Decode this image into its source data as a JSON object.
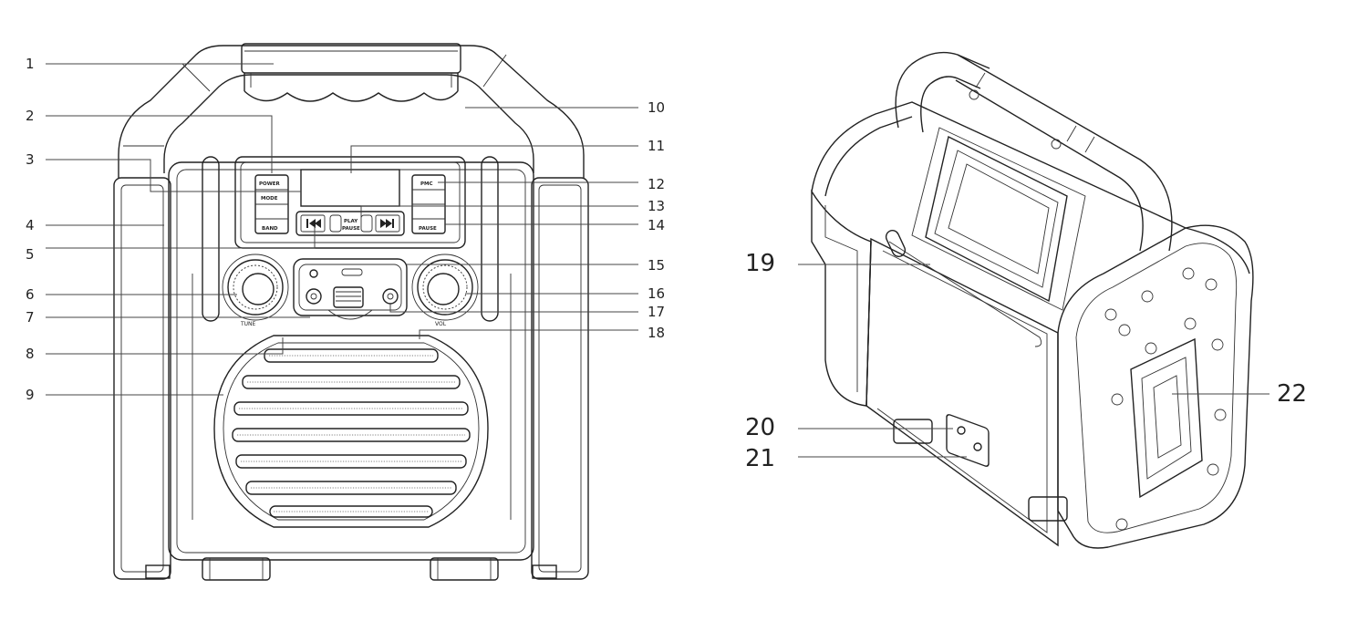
{
  "callouts_left": [
    "1",
    "2",
    "3",
    "4",
    "5",
    "6",
    "7",
    "8",
    "9"
  ],
  "callouts_right": [
    "10",
    "11",
    "12",
    "13",
    "14",
    "15",
    "16",
    "17",
    "18"
  ],
  "callouts_side": [
    "19",
    "20",
    "21",
    "22"
  ],
  "panel_labels": {
    "power": "POWER",
    "mode": "MODE",
    "band": "BAND",
    "pmc": "PMC",
    "play": "PLAY",
    "pause": "PAUSE",
    "prev_icon": "skip-back-icon",
    "next_icon": "skip-forward-icon",
    "tune": "TUNE",
    "vol": "VOL"
  }
}
